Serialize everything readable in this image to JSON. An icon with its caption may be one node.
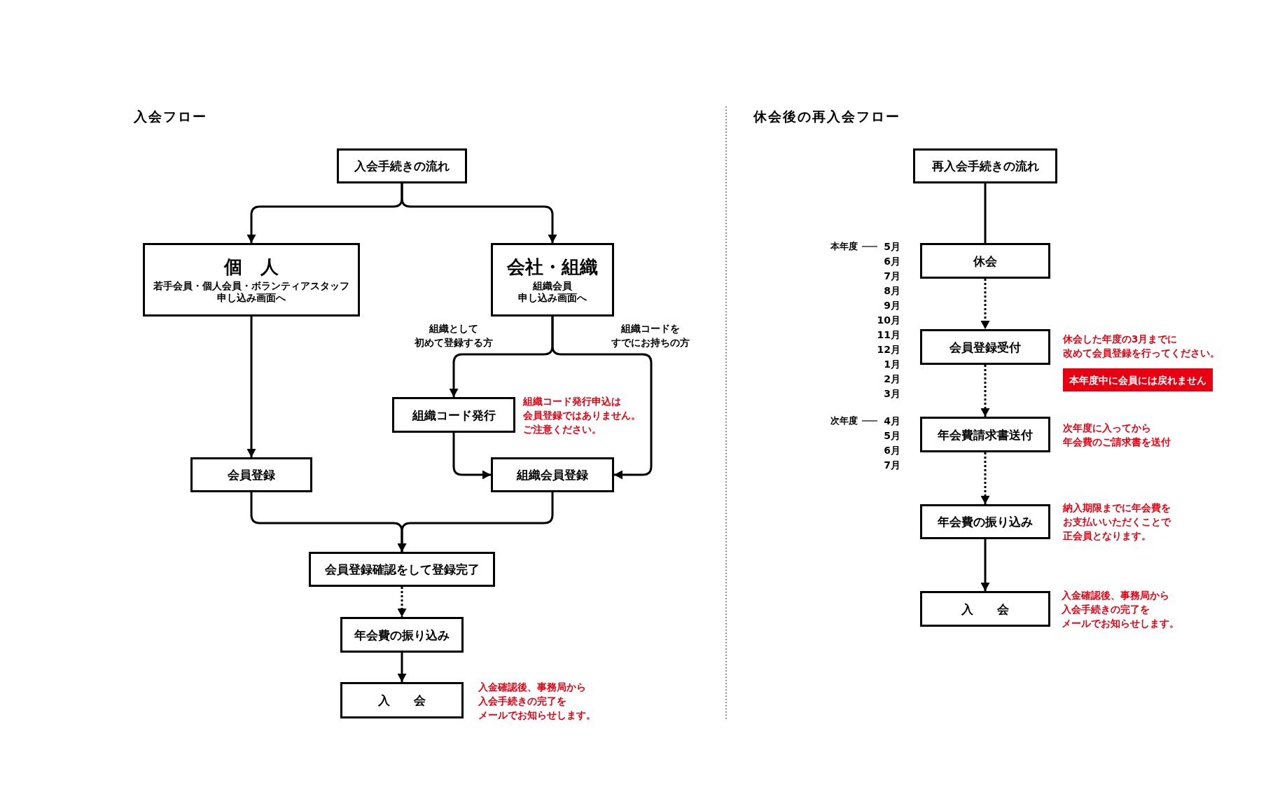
{
  "diagram": {
    "nodes": [
      {
        "text": [
          "入会手続きの流れ"
        ]
      },
      {
        "text": [
          "個　人",
          "若手会員・個人会員・ボランティアスタッフ申し込み画面へ"
        ]
      },
      {
        "text": [
          "会社・組織",
          "組織会員申し込み画面へ"
        ]
      },
      {
        "text": [
          "組織コード発行"
        ],
        "beside": [
          "組織コード発行申込は会員登録ではありません。ご注意ください。"
        ]
      },
      {
        "text": [
          "会員登録"
        ]
      },
      {
        "text": [
          "組織会員登録"
        ]
      },
      {
        "text": [
          "会員登録確認をして登録完了"
        ]
      },
      {
        "text": [
          "年会費の振り込み"
        ]
      },
      {
        "text": [
          "入　　会"
        ],
        "beside": [
          "入金確認後、事務局から入会手続きの完了をメールでお知らせします。"
        ]
      },
      {
        "text": [
          "再入会手続きの流れ"
        ]
      },
      {
        "text": [
          "休会"
        ]
      },
      {
        "text": [
          "会員登録受付"
        ],
        "beside": [
          "休会した年度の3月までに改めて会員登録を行ってください。"
        ]
      },
      {
        "text": [
          "本年度中に会員には戻れません"
        ]
      },
      {
        "text": [
          "年会費請求書送付"
        ],
        "beside": [
          "次年度に入ってから年会費のご請求書を送付"
        ]
      },
      {
        "text": [
          "年会費の振り込み"
        ],
        "beside": [
          "納入期限までに年会費をお支払いいただくことで正会員となります。"
        ]
      },
      {
        "text": [
          "入　　会"
        ],
        "beside": [
          "入金確認後、事務局から入会手続きの完了をメールでお知らせします。"
        ]
      }
    ],
    "edges": [
      {
        "from": 0,
        "to": 1,
        "arrow": "to"
      },
      {
        "from": 0,
        "to": 2,
        "arrow": "to"
      },
      {
        "from": 1,
        "to": 4,
        "arrow": "to"
      },
      {
        "from": 2,
        "to": 3,
        "arrow": "to",
        "label": "組織として初めて登録する方"
      },
      {
        "from": 2,
        "to": 5,
        "arrow": "to",
        "label": "組織コードをすでにお持ちの方"
      },
      {
        "from": 3,
        "to": 5,
        "arrow": "to"
      },
      {
        "from": 4,
        "to": 6,
        "arrow": "to"
      },
      {
        "from": 5,
        "to": 6,
        "arrow": "to"
      },
      {
        "from": 6,
        "to": 7,
        "arrow": "to",
        "style": "dashed"
      },
      {
        "from": 7,
        "to": 8,
        "arrow": "to"
      },
      {
        "from": 9,
        "to": 10,
        "arrow": "none"
      },
      {
        "from": 10,
        "to": 11,
        "arrow": "to",
        "style": "dashed"
      },
      {
        "from": 11,
        "to": 13,
        "arrow": "to",
        "style": "dashed"
      },
      {
        "from": 13,
        "to": 14,
        "arrow": "to",
        "style": "dashed"
      },
      {
        "from": 14,
        "to": 15,
        "arrow": "to"
      }
    ],
    "labels": [
      "入会フロー",
      "休会後の再入会フロー",
      "本年度",
      "5月",
      "6月",
      "7月",
      "8月",
      "9月",
      "10月",
      "11月",
      "12月",
      "1月",
      "2月",
      "3月",
      "次年度",
      "4月",
      "5月",
      "6月",
      "7月"
    ]
  }
}
